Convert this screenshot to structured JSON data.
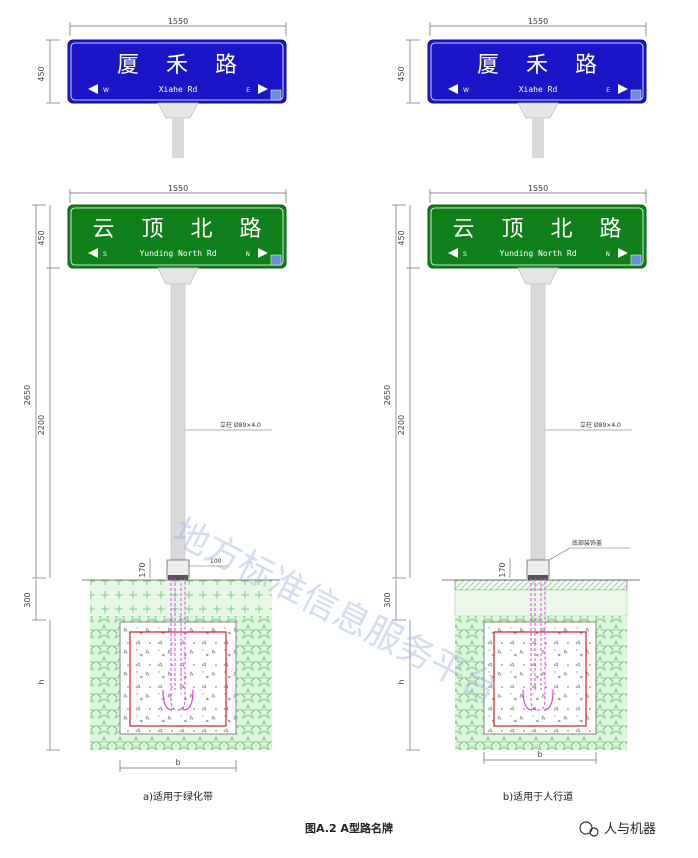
{
  "top_signs": [
    {
      "cn": "厦 禾 路",
      "en": "Xiahe Rd",
      "left_dir": "W",
      "right_dir": "E",
      "width_dim": "1550",
      "height_dim": "450",
      "color": "#1a16c8"
    },
    {
      "cn": "厦 禾 路",
      "en": "Xiahe Rd",
      "left_dir": "W",
      "right_dir": "E",
      "width_dim": "1550",
      "height_dim": "450",
      "color": "#1a16c8"
    }
  ],
  "bottom_signs": [
    {
      "cn": "云 顶 北 路",
      "en": "Yunding North Rd",
      "left_dir": "S",
      "right_dir": "N",
      "width_dim": "1550",
      "height_dim": "450",
      "color": "#10801a"
    },
    {
      "cn": "云 顶 北 路",
      "en": "Yunding North Rd",
      "left_dir": "S",
      "right_dir": "N",
      "width_dim": "1550",
      "height_dim": "450",
      "color": "#10801a"
    }
  ],
  "dims": {
    "total_height": "2650",
    "pole_height": "2200",
    "base_height": "170",
    "top_layer": "300",
    "foundation_depth": "h",
    "foundation_width": "b",
    "offset": "100"
  },
  "labels": {
    "pole_spec": "立柱 Ø89×4.0",
    "decor_cover": "底部装饰盖"
  },
  "captions": {
    "left": "a)适用于绿化带",
    "right": "b)适用于人行道",
    "figure": "图A.2  A型路名牌"
  },
  "watermark": "地方标准信息服务平台",
  "brand": "人与机器",
  "colors": {
    "blue_sign": "#1a16c8",
    "green_sign": "#10801a",
    "pole": "#d9d9d9",
    "soil": "#d9f2d9",
    "foundation_line": "#d22020",
    "rebar": "#e040e0"
  }
}
